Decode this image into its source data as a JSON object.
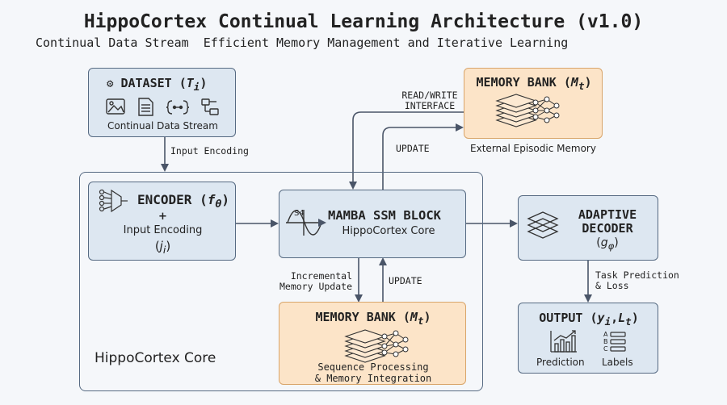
{
  "title": "HippoCortex Continual Learning Architecture (v1.0)",
  "subtitle": {
    "part1": "Continual Data Stream",
    "part2": "Efficient Memory Management and Iterative Learning"
  },
  "dataset": {
    "title": "DATASET",
    "symbol": "T",
    "sub": "i",
    "caption": "Continual Data Stream"
  },
  "encoder": {
    "title": "ENCODER",
    "symbol": "f",
    "sub": "θ",
    "plus": "+",
    "line2": "Input Encoding",
    "symbol2": "j",
    "sub2": "i"
  },
  "mamba": {
    "title": "MAMBA SSM BLOCK",
    "caption": "HippoCortex Core",
    "s4": "S4"
  },
  "memory_top": {
    "title": "MEMORY BANK",
    "symbol": "M",
    "sub": "t",
    "caption": "External Episodic Memory"
  },
  "memory_bottom": {
    "title": "MEMORY BANK",
    "symbol": "M",
    "sub": "t",
    "caption1": "Sequence Processing",
    "caption2": "& Memory Integration"
  },
  "decoder": {
    "title1": "ADAPTIVE",
    "title2": "DECODER",
    "symbol": "g",
    "sub": "φ"
  },
  "output": {
    "title": "OUTPUT",
    "symbol": "y",
    "sub": "i",
    "symbol2": "L",
    "sub2": "t",
    "pred": "Prediction",
    "labels": "Labels",
    "abc": [
      "A",
      "B",
      "C"
    ]
  },
  "core_label": "HippoCortex Core",
  "arrows": {
    "input_encoding": "Input Encoding",
    "read_write_1": "READ/WRITE",
    "read_write_2": "INTERFACE",
    "update_top": "UPDATE",
    "incremental_1": "Incremental",
    "incremental_2": "Memory Update",
    "update_bottom": "UPDATE",
    "task_1": "Task Prediction",
    "task_2": "& Loss"
  },
  "colors": {
    "blue_fill": "#dde7f1",
    "blue_stroke": "#566a82",
    "peach_fill": "#fce4c8",
    "peach_stroke": "#d9a56a",
    "arrow": "#4a5568"
  },
  "icons": [
    "gears-icon",
    "image-icon",
    "document-icon",
    "code-icon",
    "flow-icon",
    "encoder-icon",
    "wave-icon",
    "layers-icon",
    "neural-net-icon",
    "stack-icon",
    "bar-chart-icon",
    "list-icon"
  ]
}
